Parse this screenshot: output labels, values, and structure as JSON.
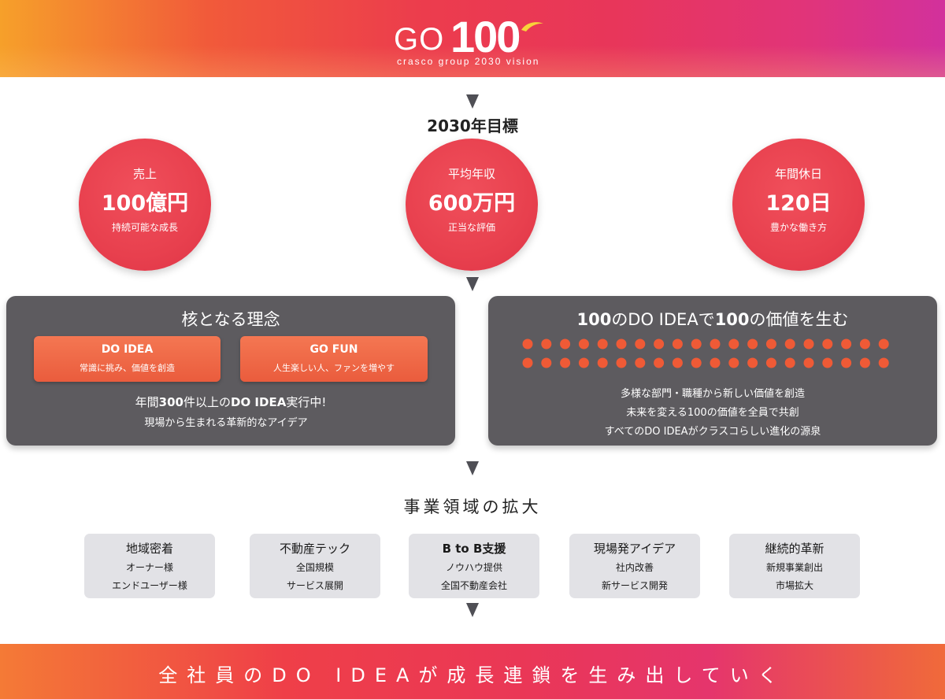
{
  "header": {
    "logo_go": "GO",
    "logo_100": "100",
    "logo_sub": "crasco group 2030 vision",
    "colors": {
      "gradient_start": "#f6a02a",
      "gradient_mid": "#ec3c4d",
      "gradient_end": "#d2319c"
    }
  },
  "goals": {
    "title": "2030年目標",
    "items": [
      {
        "label": "売上",
        "value": "100億円",
        "sub": "持続可能な成長"
      },
      {
        "label": "平均年収",
        "value": "600万円",
        "sub": "正当な評価"
      },
      {
        "label": "年間休日",
        "value": "120日",
        "sub": "豊かな働き方"
      }
    ]
  },
  "core": {
    "title": "核となる理念",
    "boxes": [
      {
        "title": "DO IDEA",
        "sub": "常識に挑み、価値を創造"
      },
      {
        "title": "GO FUN",
        "sub": "人生楽しい人、ファンを増やす"
      }
    ],
    "line1_prefix": "年間",
    "line1_num": "300",
    "line1_mid": "件以上の",
    "line1_bold": "DO IDEA",
    "line1_suffix": "実行中!",
    "line2": "現場から生まれる革新的なアイデア"
  },
  "ideas": {
    "title_num1": "100",
    "title_mid": "のDO IDEAで",
    "title_num2": "100",
    "title_suffix": "の価値を生む",
    "dot_rows": 2,
    "dot_cols": 20,
    "dot_color": "#ef5a36",
    "lines": [
      "多様な部門・職種から新しい価値を創造",
      "未来を変える100の価値を全員で共創",
      "すべてのDO IDEAがクラスコらしい進化の源泉"
    ]
  },
  "areas": {
    "title": "事業領域の拡大",
    "items": [
      {
        "title": "地域密着",
        "line1": "オーナー様",
        "line2": "エンドユーザー様"
      },
      {
        "title": "不動産テック",
        "line1": "全国規模",
        "line2": "サービス展開"
      },
      {
        "title": "B to B支援",
        "line1": "ノウハウ提供",
        "line2": "全国不動産会社"
      },
      {
        "title": "現場発アイデア",
        "line1": "社内改善",
        "line2": "新サービス開発"
      },
      {
        "title": "継続的革新",
        "line1": "新規事業創出",
        "line2": "市場拡大"
      }
    ]
  },
  "footer": {
    "text": "全社員のDO IDEAが成長連鎖を生み出していく"
  },
  "colors": {
    "circle_red": "#e8404e",
    "panel_gray": "#5d5b5f",
    "orange_box": "#ea5c3d",
    "area_box_gray": "#e2e2e6",
    "arrow_gray": "#4f4f55"
  }
}
